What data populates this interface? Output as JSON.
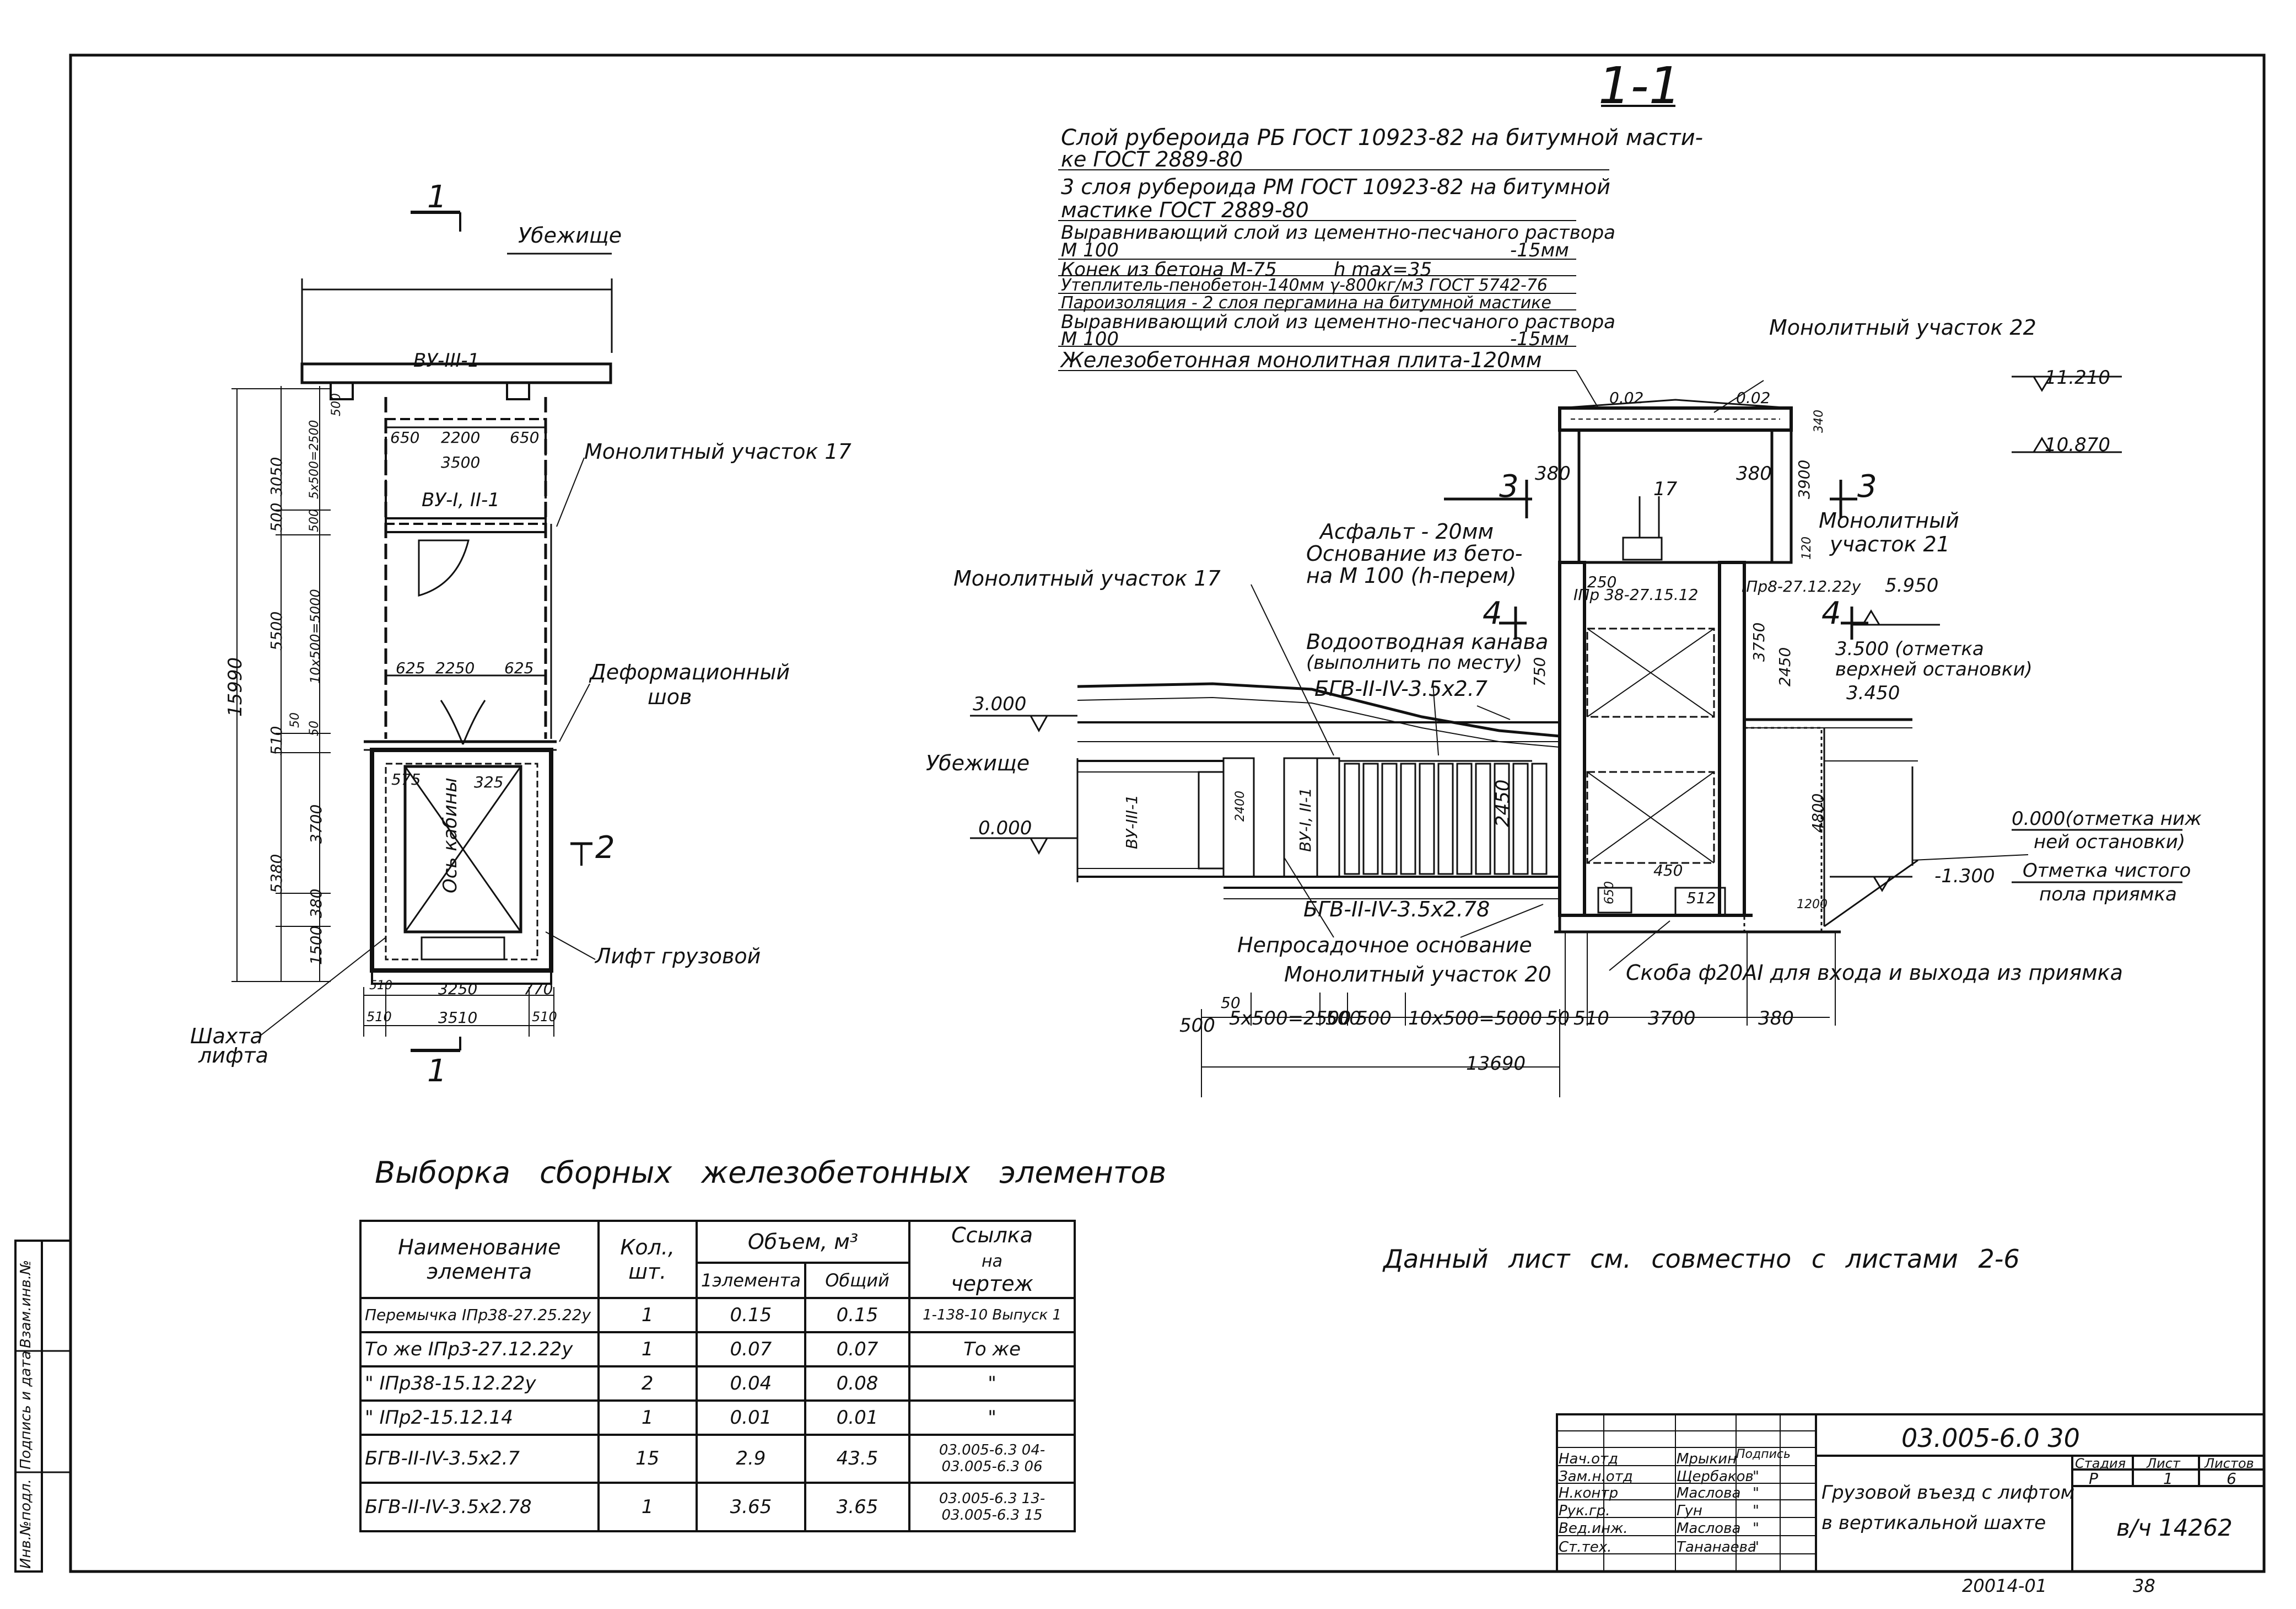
{
  "section_title": "1-1",
  "layers": [
    "Слой рубероида РБ ГОСТ 10923-82 на битумной масти-",
    "ке ГОСТ 2889-80",
    "3 слоя рубероида РМ ГОСТ 10923-82 на битумной",
    "мастике ГОСТ 2889-80",
    "Выравнивающий слой из цементно-песчаного раствора",
    "М 100",
    "-15мм",
    "Конек из бетона М-75",
    "h max=35",
    "Утеплитель-пенобетон-140мм γ-800кг/м3 ГОСТ 5742-76",
    "Пароизоляция - 2 слоя пергамина на битумной мастике",
    "Выравнивающий слой из цементно-песчаного раствора",
    "М 100",
    "-15мм",
    "Железобетонная монолитная плита-120мм"
  ],
  "plan": {
    "section_mark": "1",
    "shelter_label": "Убежище",
    "mark_vu3": "ВУ-III-1",
    "mark_vu12": "ВУ-I, II-1",
    "label_monolith17": "Монолитный участок 17",
    "label_joint_1": "Деформационный",
    "label_joint_2": "шов",
    "label_lift": "Лифт грузовой",
    "label_shaft_1": "Шахта",
    "label_shaft_2": "лифта",
    "cabin_axis": "Ось кабины",
    "mark_2": "2",
    "dims": {
      "d650a": "650",
      "d2200": "2200",
      "d650b": "650",
      "d3500": "3500",
      "d625a": "625",
      "d2250": "2250",
      "d625b": "625",
      "d575": "575",
      "d325": "325",
      "d3250": "3250",
      "d770": "770",
      "d510a": "510",
      "d3510": "3510",
      "d510b": "510",
      "d510c": "510",
      "v3050": "3050",
      "v500": "500",
      "v5500": "5500",
      "v15990": "15990",
      "v510": "510",
      "v5380": "5380",
      "v3700": "3700",
      "v380": "380",
      "v1500": "1500",
      "v5x500": "5x500=2500",
      "v500b": "500",
      "v10x500": "10x500=5000",
      "v50a": "50",
      "v50b": "50",
      "v500c": "500"
    }
  },
  "section": {
    "label_monolith22": "Монолитный участок 22",
    "label_monolith21_1": "Монолитный",
    "label_monolith21_2": "участок 21",
    "label_monolith17": "Монолитный участок 17",
    "label_monolith20": "Монолитный участок 20",
    "asphalt_1": "Асфальт - 20мм",
    "asphalt_2": "Основание из бето-",
    "asphalt_3": "на М 100 (h-перем)",
    "drain_1": "Водоотводная канава",
    "drain_2": "(выполнить по месту)",
    "bgv_top": "БГВ-II-IV-3.5x2.7",
    "bgv_bot": "БГВ-II-IV-3.5x2.78",
    "non_subsiding": "Непросадочное основание",
    "staple": "Скоба ф20АI для входа и выхода из приямка",
    "shelter": "Убежище",
    "lintel_1": "IПр 38-27.15.12",
    "lintel_2": "IПр8-27.12.22у",
    "mark_3a": "3",
    "mark_3b": "3",
    "mark_4a": "4",
    "mark_4b": "4",
    "mark_17": "17",
    "vu3": "ВУ-III-1",
    "vu12": "ВУ-I, II-1",
    "elev_11210": "11.210",
    "elev_10870": "10.870",
    "elev_5950": "5.950",
    "elev_3500": "3.500 (отметка",
    "elev_3500b": "верхней остановки)",
    "elev_3450": "3.450",
    "elev_3000": "3.000",
    "elev_0000": "0.000",
    "elev_0000b": "0.000(отметка ниж",
    "elev_0000c": "ней остановки)",
    "elev_m1300": "-1.300",
    "floor_1": "Отметка чистого",
    "floor_2": "пола приямка",
    "slope_a": "0.02",
    "slope_b": "0.02",
    "dims": {
      "d380a": "380",
      "d380b": "380",
      "d3900": "3900",
      "d340": "340",
      "d120": "120",
      "d250": "250",
      "d3750": "3750",
      "d2450a": "2450",
      "d750": "750",
      "d4800": "4800",
      "d2450b": "2450",
      "d2400": "2400",
      "d450": "450",
      "d650": "650",
      "d512": "512",
      "d50a": "50",
      "d500a": "500",
      "d5x500": "5x500=2500",
      "d500b": "500",
      "d500c": "500",
      "d10x500": "10x500=5000",
      "d50b": "50",
      "d510": "510",
      "d3700": "3700",
      "d380c": "380",
      "d13690": "13690",
      "d1200": "1200"
    }
  },
  "note": "Данный лист см. совместно с листами 2-6",
  "spec": {
    "title": "Выборка сборных железобетонных элементов",
    "headers": {
      "name_1": "Наименование",
      "name_2": "элемента",
      "qty_1": "Кол.,",
      "qty_2": "шт.",
      "volume": "Объем, м³",
      "vol_one": "1элемента",
      "vol_total": "Общий",
      "ref_1": "Ссылка",
      "ref_2": "на",
      "ref_3": "чертеж"
    },
    "rows": [
      {
        "name": "Перемычка IПр38-27.25.22у",
        "qty": "1",
        "v1": "0.15",
        "vt": "0.15",
        "ref": "1-138-10 Выпуск 1"
      },
      {
        "name": "То же IПр3-27.12.22у",
        "qty": "1",
        "v1": "0.07",
        "vt": "0.07",
        "ref": "То же"
      },
      {
        "name": "\" IПр38-15.12.22у",
        "qty": "2",
        "v1": "0.04",
        "vt": "0.08",
        "ref": "\""
      },
      {
        "name": "\" IПр2-15.12.14",
        "qty": "1",
        "v1": "0.01",
        "vt": "0.01",
        "ref": "\""
      },
      {
        "name": "БГВ-II-IV-3.5x2.7",
        "qty": "15",
        "v1": "2.9",
        "vt": "43.5",
        "ref": "03.005-6.3 04- 03.005-6.3 06"
      },
      {
        "name": "БГВ-II-IV-3.5x2.78",
        "qty": "1",
        "v1": "3.65",
        "vt": "3.65",
        "ref": "03.005-6.3 13- 03.005-6.3 15"
      }
    ]
  },
  "stamp": {
    "code": "03.005-6.0 30",
    "title_1": "Грузовой въезд с лифтом",
    "title_2": "в вертикальной шахте",
    "stage_h": "Стадия",
    "sheet_h": "Лист",
    "sheets_h": "Листов",
    "stage": "Р",
    "sheet": "1",
    "sheets": "6",
    "org": "в/ч 14262",
    "sign_h": "Подпись",
    "people": [
      {
        "role": "Нач.отд",
        "name": "Мрыкин",
        "sig": ""
      },
      {
        "role": "Зам.н.отд",
        "name": "Щербаков",
        "sig": "\""
      },
      {
        "role": "Н.контр",
        "name": "Маслова",
        "sig": "\""
      },
      {
        "role": "Рук.гр.",
        "name": "Гун",
        "sig": "\""
      },
      {
        "role": "Вед.инж.",
        "name": "Маслова",
        "sig": "\""
      },
      {
        "role": "Ст.тех.",
        "name": "Тананаева",
        "sig": "\""
      }
    ],
    "bottom_1": "20014-01",
    "bottom_2": "38"
  },
  "sidebar": {
    "a": "Инв.№подл.",
    "b": "Подпись и дата",
    "c": "Взам.инв.№"
  }
}
